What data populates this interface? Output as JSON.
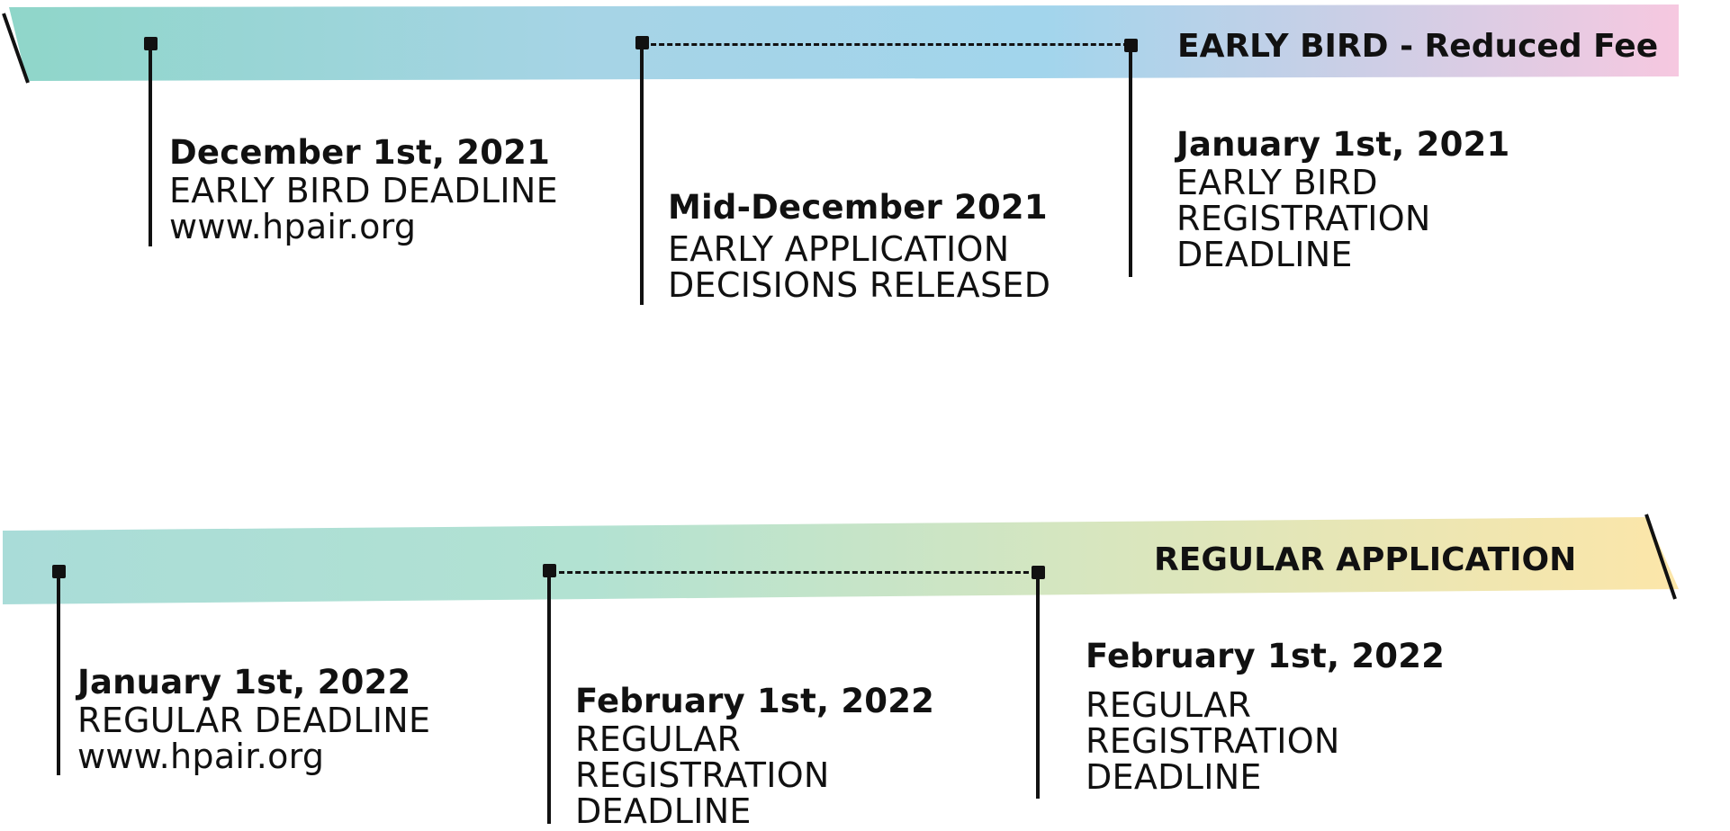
{
  "timelines": [
    {
      "label": "EARLY BIRD - Reduced Fee",
      "colors": [
        "#8fd6c9",
        "#a6d4e6",
        "#a2d5ec",
        "#f6c8e0"
      ],
      "events": [
        {
          "date": "December 1st, 2021",
          "lines": [
            "EARLY BIRD DEADLINE",
            "www.hpair.org"
          ]
        },
        {
          "date": "Mid-December 2021",
          "lines": [
            "EARLY APPLICATION",
            "DECISIONS RELEASED"
          ]
        },
        {
          "date": "January 1st, 2021",
          "lines": [
            "EARLY BIRD",
            "REGISTRATION",
            "DEADLINE"
          ]
        }
      ]
    },
    {
      "label": "REGULAR APPLICATION",
      "colors": [
        "#a9dcd8",
        "#b2e2d2",
        "#d7e6bf",
        "#fce6a9"
      ],
      "events": [
        {
          "date": "January 1st, 2022",
          "lines": [
            "REGULAR DEADLINE",
            "www.hpair.org"
          ]
        },
        {
          "date": "February 1st, 2022",
          "lines": [
            "REGULAR",
            "REGISTRATION",
            "DEADLINE"
          ]
        },
        {
          "date": "February 1st, 2022",
          "lines": [
            "REGULAR",
            "REGISTRATION",
            "DEADLINE"
          ]
        }
      ]
    }
  ]
}
